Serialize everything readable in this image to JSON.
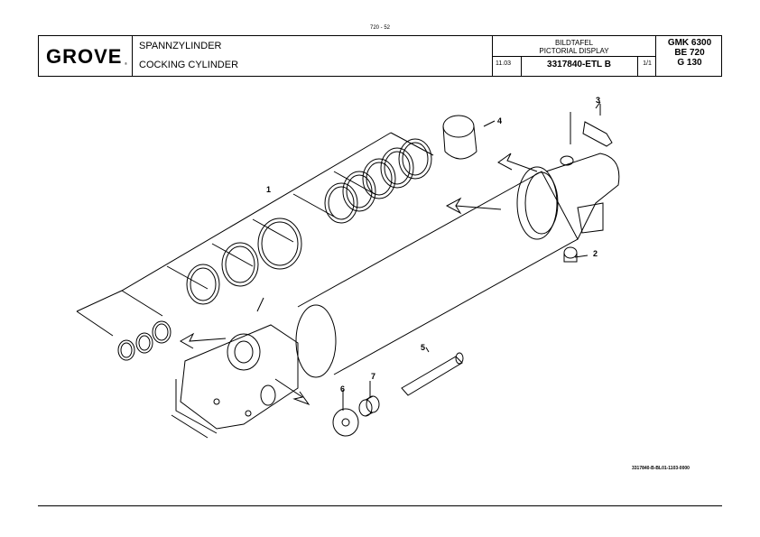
{
  "page_number": "720 - 52",
  "header": {
    "logo": "GROVE",
    "title_de": "SPANNZYLINDER",
    "title_en": "COCKING CYLINDER",
    "bildtafel": "BILDTAFEL",
    "pictorial": "PICTORIAL DISPLAY",
    "date": "11.03",
    "part_number": "3317840-ETL B",
    "sheet": "1/1",
    "model_1": "GMK 6300",
    "model_2": "BE 720",
    "model_3": "G 130"
  },
  "callouts": [
    "1",
    "2",
    "3",
    "4",
    "5",
    "6",
    "7"
  ],
  "drawing_code": "3317840-B-BL01-1103-0000"
}
